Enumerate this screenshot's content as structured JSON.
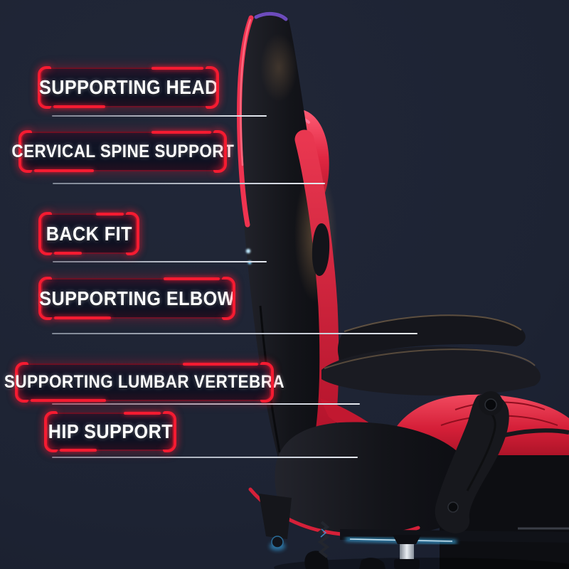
{
  "callouts": [
    {
      "id": "supporting-head",
      "label": "SUPPORTING HEAD"
    },
    {
      "id": "cervical-spine-support",
      "label": "CERVICAL SPINE SUPPORT"
    },
    {
      "id": "back-fit",
      "label": "BACK FIT"
    },
    {
      "id": "supporting-elbow",
      "label": "SUPPORTING ELBOW"
    },
    {
      "id": "supporting-lumbar-vertebra",
      "label": "SUPPORTING LUMBAR VERTEBRA"
    },
    {
      "id": "hip-support",
      "label": "HIP SUPPORT"
    }
  ],
  "illustration": {
    "name": "gaming-chair-side-view",
    "parts": [
      "headrest",
      "headrest-pillow",
      "backrest",
      "red-side-stripe",
      "armrest",
      "armrest-bracket",
      "seat-cushion",
      "seat-side",
      "footrest-bracket",
      "gas-lift",
      "base-frame",
      "casters",
      "led-accent"
    ]
  },
  "colors": {
    "background": "#1d2333",
    "frame_red": "#f51b31",
    "frame_glow": "#c8142d",
    "chair_red": "#d81f38",
    "chair_black": "#15161b",
    "led_blue": "#3fc0ff",
    "pointer_line": "#b9bfca",
    "label_text": "#ffffff"
  }
}
